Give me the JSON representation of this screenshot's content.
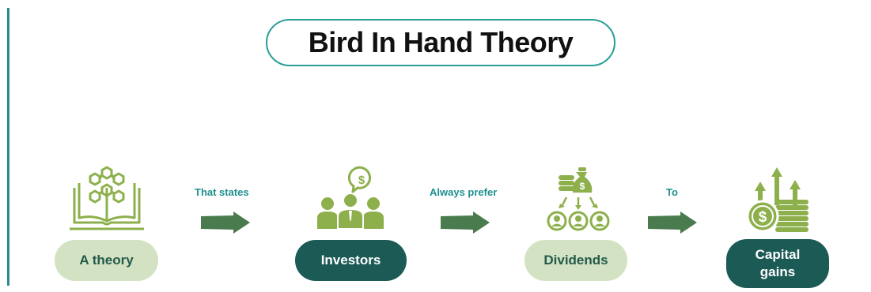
{
  "title": "Bird In Hand Theory",
  "nodes": [
    {
      "label": "A theory",
      "style": "light"
    },
    {
      "label": "Investors",
      "style": "dark"
    },
    {
      "label": "Dividends",
      "style": "light"
    },
    {
      "label": "Capital gains",
      "style": "dark"
    }
  ],
  "connectors": [
    "That states",
    "Always prefer",
    "To"
  ],
  "icons": [
    "book-network-icon",
    "investors-group-icon",
    "dividends-distribution-icon",
    "coins-growth-icon"
  ],
  "colors": {
    "accent_teal": "#2a9d97",
    "arrow_green": "#4a7b4e",
    "pill_light": "#d3e2c3",
    "pill_dark": "#1b5a55",
    "icon_green": "#8db04c"
  }
}
